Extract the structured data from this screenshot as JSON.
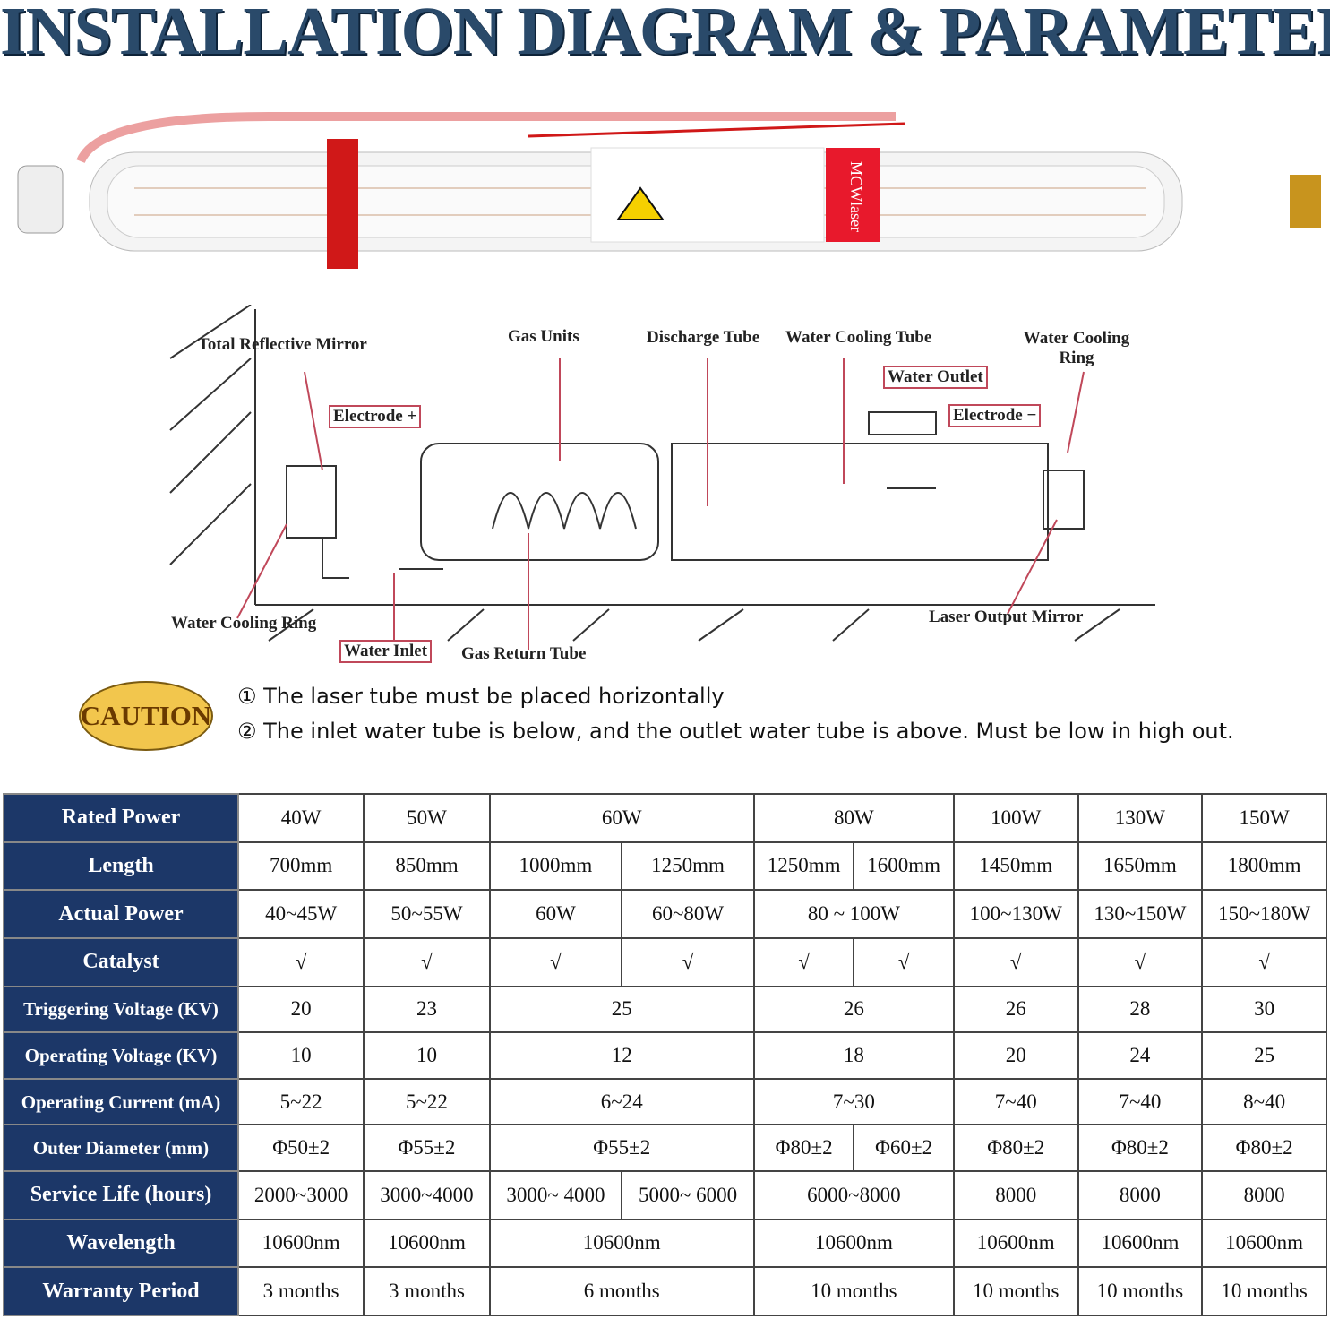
{
  "title": "INSTALLATION DIAGRAM & PARAMETER",
  "tube_photo": {
    "brand_logo": "MCWlaser"
  },
  "diagram_labels": {
    "total_reflective_mirror": "Total Reflective Mirror",
    "gas_units": "Gas Units",
    "discharge_tube": "Discharge Tube",
    "water_cooling_tube": "Water Cooling Tube",
    "water_cooling_ring_right": "Water Cooling Ring",
    "water_outlet": "Water Outlet",
    "electrode_plus": "Electrode +",
    "electrode_minus": "Electrode −",
    "water_cooling_ring_left": "Water Cooling Ring",
    "water_inlet": "Water Inlet",
    "gas_return_tube": "Gas Return Tube",
    "laser_output_mirror": "Laser Output Mirror"
  },
  "caution": {
    "badge": "CAUTION",
    "notes": [
      "① The laser tube must be placed horizontally",
      "② The inlet water tube is below, and the outlet water tube is above. Must be low in high out."
    ]
  },
  "colors": {
    "header_bg": "#1c3768",
    "label_border": "#c0485a",
    "caution_bg": "#f2c64d"
  },
  "table": [
    {
      "header": "Rated Power",
      "cells": [
        {
          "t": "40W"
        },
        {
          "t": "50W"
        },
        {
          "t": "60W",
          "s": 2
        },
        {
          "t": "80W",
          "s": 2
        },
        {
          "t": "100W"
        },
        {
          "t": "130W"
        },
        {
          "t": "150W"
        }
      ]
    },
    {
      "header": "Length",
      "cells": [
        {
          "t": "700mm"
        },
        {
          "t": "850mm"
        },
        {
          "t": "1000mm"
        },
        {
          "t": "1250mm"
        },
        {
          "t": "1250mm"
        },
        {
          "t": "1600mm"
        },
        {
          "t": "1450mm"
        },
        {
          "t": "1650mm"
        },
        {
          "t": "1800mm"
        }
      ]
    },
    {
      "header": "Actual Power",
      "cells": [
        {
          "t": "40~45W"
        },
        {
          "t": "50~55W"
        },
        {
          "t": "60W"
        },
        {
          "t": "60~80W"
        },
        {
          "t": "80 ~ 100W",
          "s": 2
        },
        {
          "t": "100~130W"
        },
        {
          "t": "130~150W"
        },
        {
          "t": "150~180W"
        }
      ]
    },
    {
      "header": "Catalyst",
      "cells": [
        {
          "t": "√"
        },
        {
          "t": "√"
        },
        {
          "t": "√"
        },
        {
          "t": "√"
        },
        {
          "t": "√"
        },
        {
          "t": "√"
        },
        {
          "t": "√"
        },
        {
          "t": "√"
        },
        {
          "t": "√"
        }
      ]
    },
    {
      "header": "Triggering Voltage (KV)",
      "small": true,
      "cells": [
        {
          "t": "20"
        },
        {
          "t": "23"
        },
        {
          "t": "25",
          "s": 2
        },
        {
          "t": "26",
          "s": 2
        },
        {
          "t": "26"
        },
        {
          "t": "28"
        },
        {
          "t": "30"
        }
      ]
    },
    {
      "header": "Operating Voltage (KV)",
      "small": true,
      "cells": [
        {
          "t": "10"
        },
        {
          "t": "10"
        },
        {
          "t": "12",
          "s": 2
        },
        {
          "t": "18",
          "s": 2
        },
        {
          "t": "20"
        },
        {
          "t": "24"
        },
        {
          "t": "25"
        }
      ]
    },
    {
      "header": "Operating Current (mA)",
      "small": true,
      "cells": [
        {
          "t": "5~22"
        },
        {
          "t": "5~22"
        },
        {
          "t": "6~24",
          "s": 2
        },
        {
          "t": "7~30",
          "s": 2
        },
        {
          "t": "7~40"
        },
        {
          "t": "7~40"
        },
        {
          "t": "8~40"
        }
      ]
    },
    {
      "header": "Outer Diameter (mm)",
      "small": true,
      "cells": [
        {
          "t": "Φ50±2"
        },
        {
          "t": "Φ55±2"
        },
        {
          "t": "Φ55±2",
          "s": 2
        },
        {
          "t": "Φ80±2"
        },
        {
          "t": "Φ60±2"
        },
        {
          "t": "Φ80±2"
        },
        {
          "t": "Φ80±2"
        },
        {
          "t": "Φ80±2"
        }
      ]
    },
    {
      "header": "Service Life (hours)",
      "cells": [
        {
          "t": "2000~3000"
        },
        {
          "t": "3000~4000"
        },
        {
          "t": "3000~ 4000"
        },
        {
          "t": "5000~ 6000"
        },
        {
          "t": "6000~8000",
          "s": 2
        },
        {
          "t": "8000"
        },
        {
          "t": "8000"
        },
        {
          "t": "8000"
        }
      ]
    },
    {
      "header": "Wavelength",
      "cells": [
        {
          "t": "10600nm"
        },
        {
          "t": "10600nm"
        },
        {
          "t": "10600nm",
          "s": 2
        },
        {
          "t": "10600nm",
          "s": 2
        },
        {
          "t": "10600nm"
        },
        {
          "t": "10600nm"
        },
        {
          "t": "10600nm"
        }
      ]
    },
    {
      "header": "Warranty Period",
      "cells": [
        {
          "t": "3 months"
        },
        {
          "t": "3 months"
        },
        {
          "t": "6 months",
          "s": 2
        },
        {
          "t": "10 months",
          "s": 2
        },
        {
          "t": "10 months"
        },
        {
          "t": "10 months"
        },
        {
          "t": "10 months"
        }
      ]
    }
  ]
}
